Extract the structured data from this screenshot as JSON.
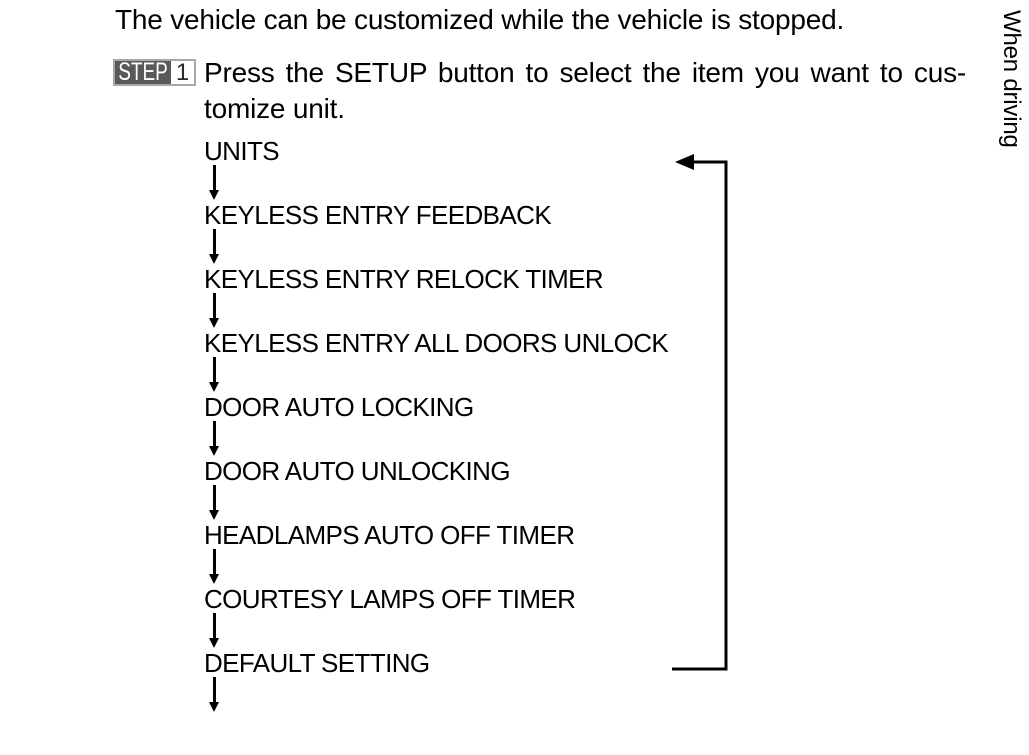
{
  "page": {
    "background": "#ffffff",
    "text_color": "#000000"
  },
  "intro": {
    "text": "The vehicle can be customized while the vehicle is stopped."
  },
  "step": {
    "badge_label": "STEP",
    "badge_number": "1",
    "badge_bg": "#58595b",
    "badge_border": "#a6a8ab",
    "instruction_line1": "Press the SETUP button to select the item you want to cus-",
    "instruction_line2": "tomize unit."
  },
  "flow": {
    "items": [
      "UNITS",
      "KEYLESS ENTRY FEEDBACK",
      "KEYLESS ENTRY RELOCK TIMER",
      "KEYLESS ENTRY ALL DOORS UNLOCK",
      "DOOR AUTO LOCKING",
      "DOOR AUTO UNLOCKING",
      "HEADLAMPS AUTO OFF TIMER",
      "COURTESY LAMPS OFF TIMER",
      "DEFAULT SETTING"
    ]
  },
  "icons": {
    "connector": "down-arrow",
    "loop": "loop-back-left-arrow"
  },
  "sidebar": {
    "label": "When driving"
  }
}
